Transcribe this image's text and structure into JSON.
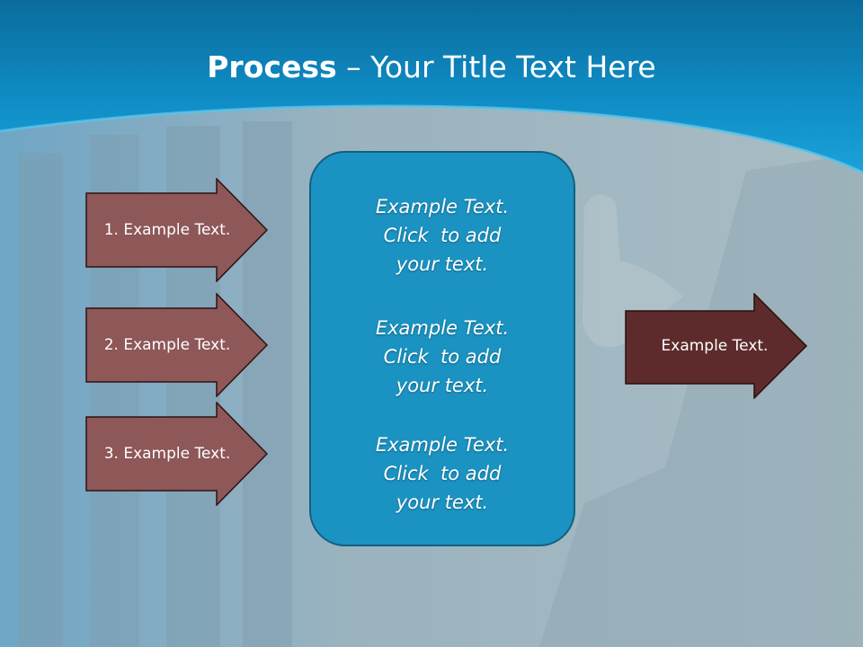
{
  "slide": {
    "title_bold": "Process",
    "title_rest": " – Your Title Text Here"
  },
  "steps": [
    {
      "label": "1. Example Text."
    },
    {
      "label": "2. Example Text."
    },
    {
      "label": "3. Example Text."
    }
  ],
  "panel": {
    "blocks": [
      {
        "lines": [
          "Example Text.",
          "Click  to add",
          "your text."
        ]
      },
      {
        "lines": [
          "Example Text.",
          "Click  to add",
          "your text."
        ]
      },
      {
        "lines": [
          "Example Text.",
          "Click  to add",
          "your text."
        ]
      }
    ]
  },
  "output": {
    "label": "Example Text."
  },
  "colors": {
    "header_blue": "#0f8cc4",
    "step_arrow_fill": "#8e5758",
    "output_arrow_fill": "#5e2b2c",
    "panel_fill": "#1b93c2"
  }
}
